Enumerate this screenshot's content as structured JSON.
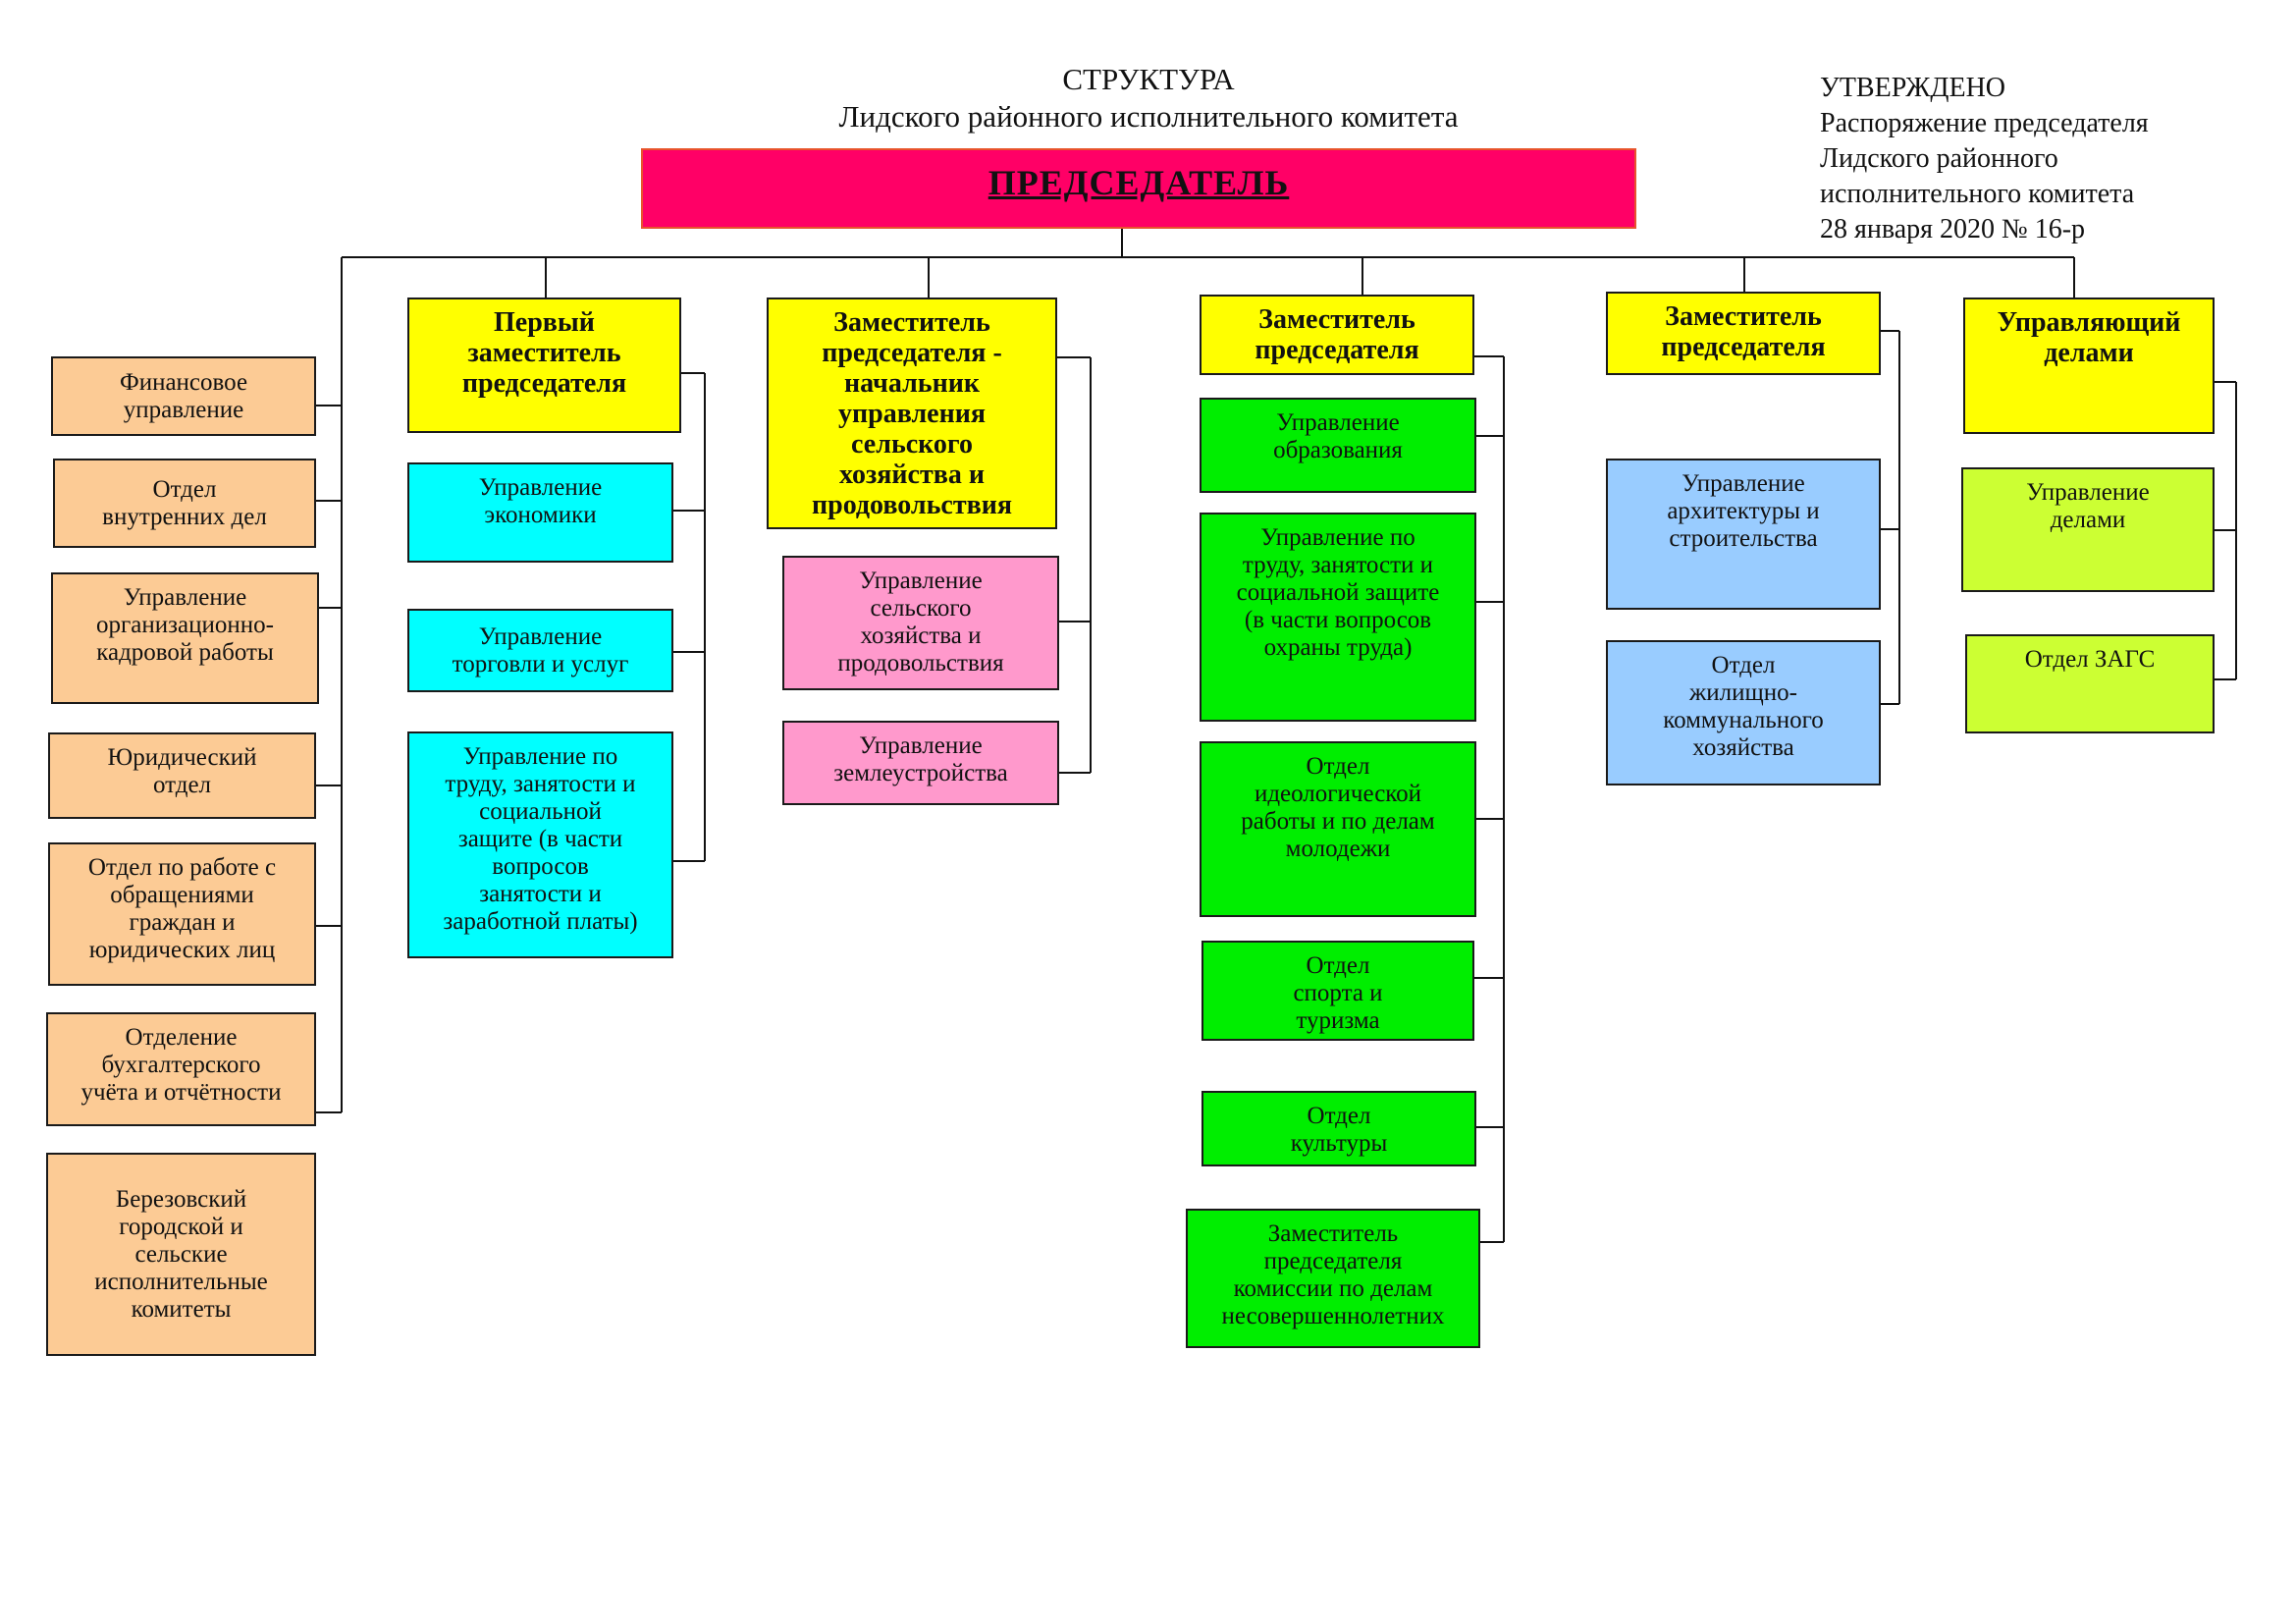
{
  "title": {
    "line1": "СТРУКТУРА",
    "line2": "Лидского районного исполнительного комитета"
  },
  "approved": {
    "lines": [
      "УТВЕРЖДЕНО",
      "Распоряжение председателя",
      "Лидского районного",
      "исполнительного комитета",
      "28 января 2020 № 16-р"
    ]
  },
  "colors": {
    "chair": "#ff0066",
    "heads": "#ffff00",
    "left_units": "#fccb95",
    "first_deputy_units": "#00ffff",
    "agri_units": "#ff99cc",
    "deputy2_units": "#00ee00",
    "deputy3_units": "#99ccff",
    "affairs_units": "#ccff33"
  },
  "chairman": "ПРЕДСЕДАТЕЛЬ",
  "left_units": [
    "Финансовое\nуправление",
    "Отдел\nвнутренних дел",
    "Управление\nорганизационно-\nкадровой работы",
    "Юридический\nотдел",
    "Отдел по работе с\nобращениями\nграждан и\nюридических лиц",
    "Отделение\nбухгалтерского\nучёта и отчётности",
    "Березовский\nгородской и\nсельские\nисполнительные\nкомитеты"
  ],
  "heads": [
    "Первый\nзаместитель\nпредседателя",
    "Заместитель\nпредседателя -\nначальник\nуправления\nсельского\nхозяйства и\nпродовольствия",
    "Заместитель\nпредседателя",
    "Заместитель\nпредседателя",
    "Управляющий\nделами"
  ],
  "first_deputy_units": [
    "Управление\nэкономики",
    "Управление\nторговли и услуг",
    "Управление по\nтруду, занятости и\nсоциальной\nзащите (в части\nвопросов\nзанятости и\nзаработной платы)"
  ],
  "agri_units": [
    "Управление\nсельского\nхозяйства и\nпродовольствия",
    "Управление\nземлеустройства"
  ],
  "deputy2_units": [
    "Управление\nобразования",
    "Управление по\nтруду, занятости и\nсоциальной защите\n(в части вопросов\nохраны труда)",
    "Отдел\nидеологической\nработы  и по делам\nмолодежи",
    "Отдел\nспорта и\nтуризма",
    "Отдел\nкультуры",
    "Заместитель\nпредседателя\nкомиссии по делам\nнесовершеннолетних"
  ],
  "deputy3_units": [
    "Управление\nархитектуры и\nстроительства",
    "Отдел\nжилищно-\nкоммунального\nхозяйства"
  ],
  "affairs_units": [
    "Управление\nделами",
    "Отдел ЗАГС"
  ]
}
